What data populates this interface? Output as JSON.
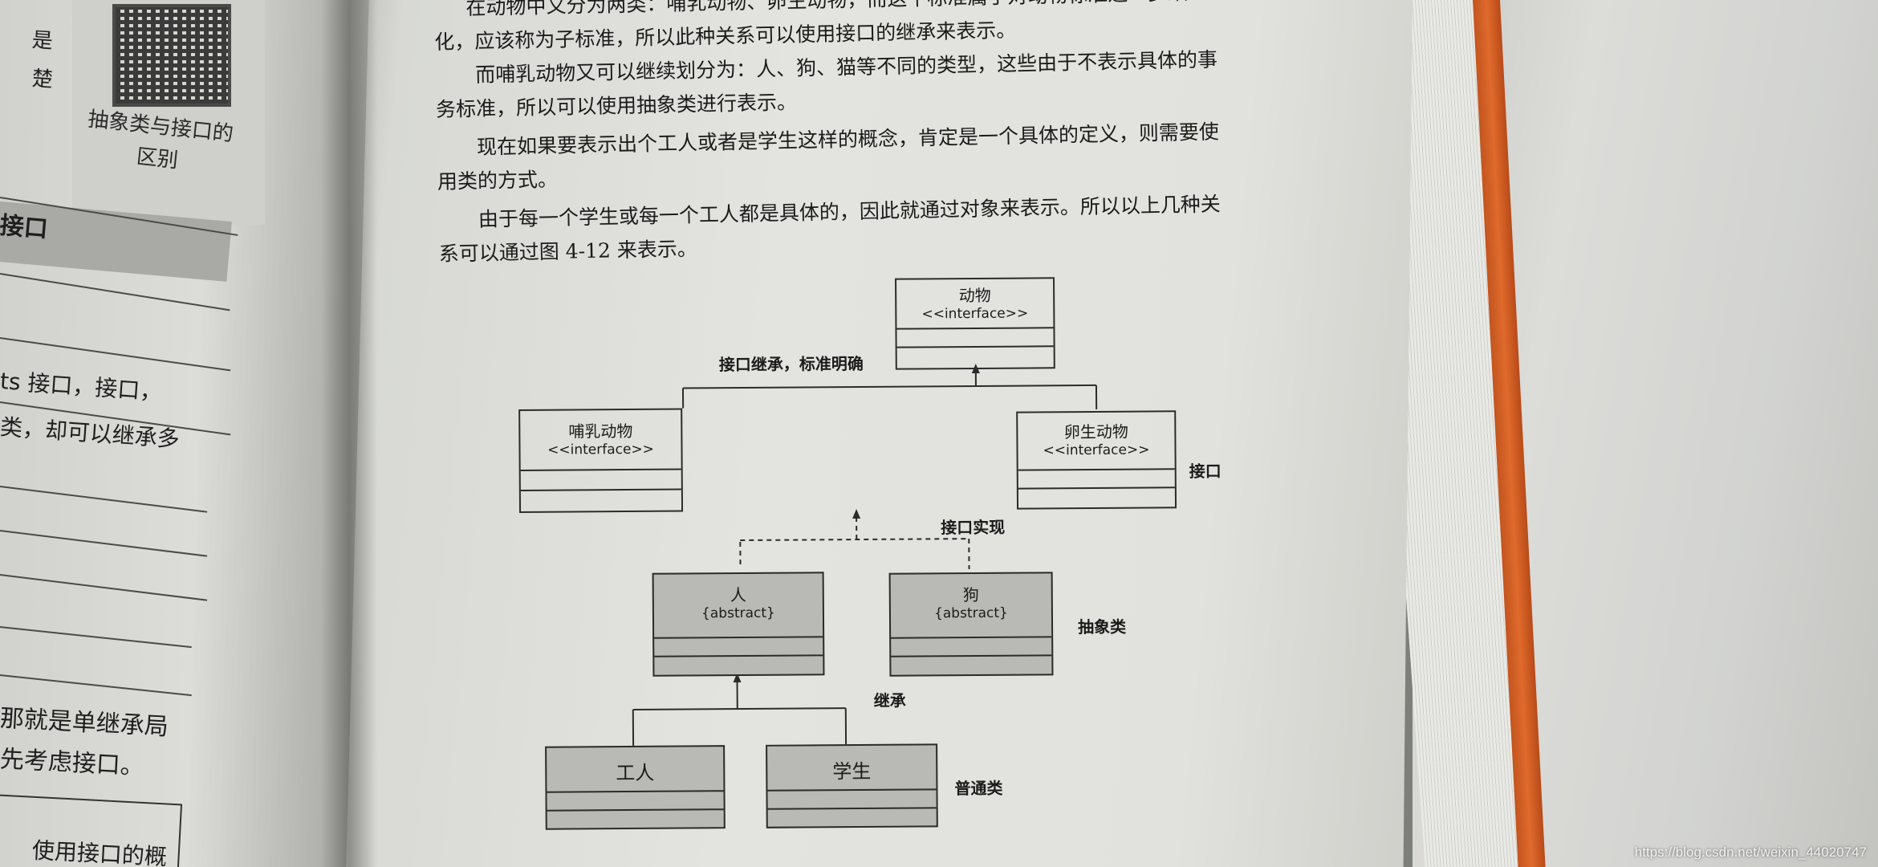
{
  "left_page": {
    "qr_caption_line1": "抽象类与接口的",
    "qr_caption_line2": "区别",
    "frag_top1": "是",
    "frag_top2": "楚",
    "heading": "接口",
    "frag_a": "ts 接口，接口，",
    "frag_b": "类，却可以继承多",
    "frag_c": "那就是单继承局",
    "frag_d": "先考虑接口。",
    "frag_e": "使用接口的概"
  },
  "body": {
    "line1": "在动物中又分为两类：哺乳动物、卵生动物，而这个标准属于对动物标准进一步细",
    "line2": "化，应该称为子标准，所以此种关系可以使用接口的继承来表示。",
    "line3": "而哺乳动物又可以继续划分为：人、狗、猫等不同的类型，这些由于不表示具体的事",
    "line4": "务标准，所以可以使用抽象类进行表示。",
    "line5": "现在如果要表示出个工人或者是学生这样的概念，肯定是一个具体的定义，则需要使",
    "line6": "用类的方式。",
    "line7": "由于每一个学生或每一个工人都是具体的，因此就通过对象来表示。所以以上几种关",
    "line8": "系可以通过图 4-12 来表示。"
  },
  "diagram": {
    "animal": {
      "name": "动物",
      "stereotype": "<<interface>>"
    },
    "mammal": {
      "name": "哺乳动物",
      "stereotype": "<<interface>>"
    },
    "oviparous": {
      "name": "卵生动物",
      "stereotype": "<<interface>>"
    },
    "human": {
      "name": "人",
      "stereotype": "{abstract}"
    },
    "dog": {
      "name": "狗",
      "stereotype": "{abstract}"
    },
    "worker": {
      "name": "工人"
    },
    "student": {
      "name": "学生"
    },
    "label_interface_inherit": "接口继承，标准明确",
    "label_interface": "接口",
    "label_interface_impl": "接口实现",
    "label_abstract": "抽象类",
    "label_inherit": "继承",
    "label_ordinary": "普通类"
  },
  "watermark": "https://blog.csdn.net/weixin_44020747"
}
